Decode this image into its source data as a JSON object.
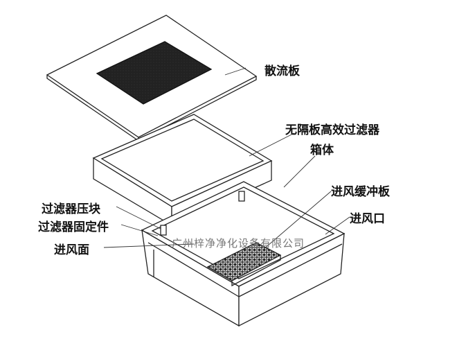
{
  "labels": {
    "diffuser_plate": "散流板",
    "filter": "无隔板高效过滤器",
    "box_body": "箱体",
    "inlet_buffer_plate": "进风缓冲板",
    "air_inlet": "进风口",
    "filter_press_block": "过滤器压块",
    "filter_fixing": "过滤器固定件",
    "inlet_face": "进风面"
  },
  "watermark": "广州梓净净化设备有限公司"
}
